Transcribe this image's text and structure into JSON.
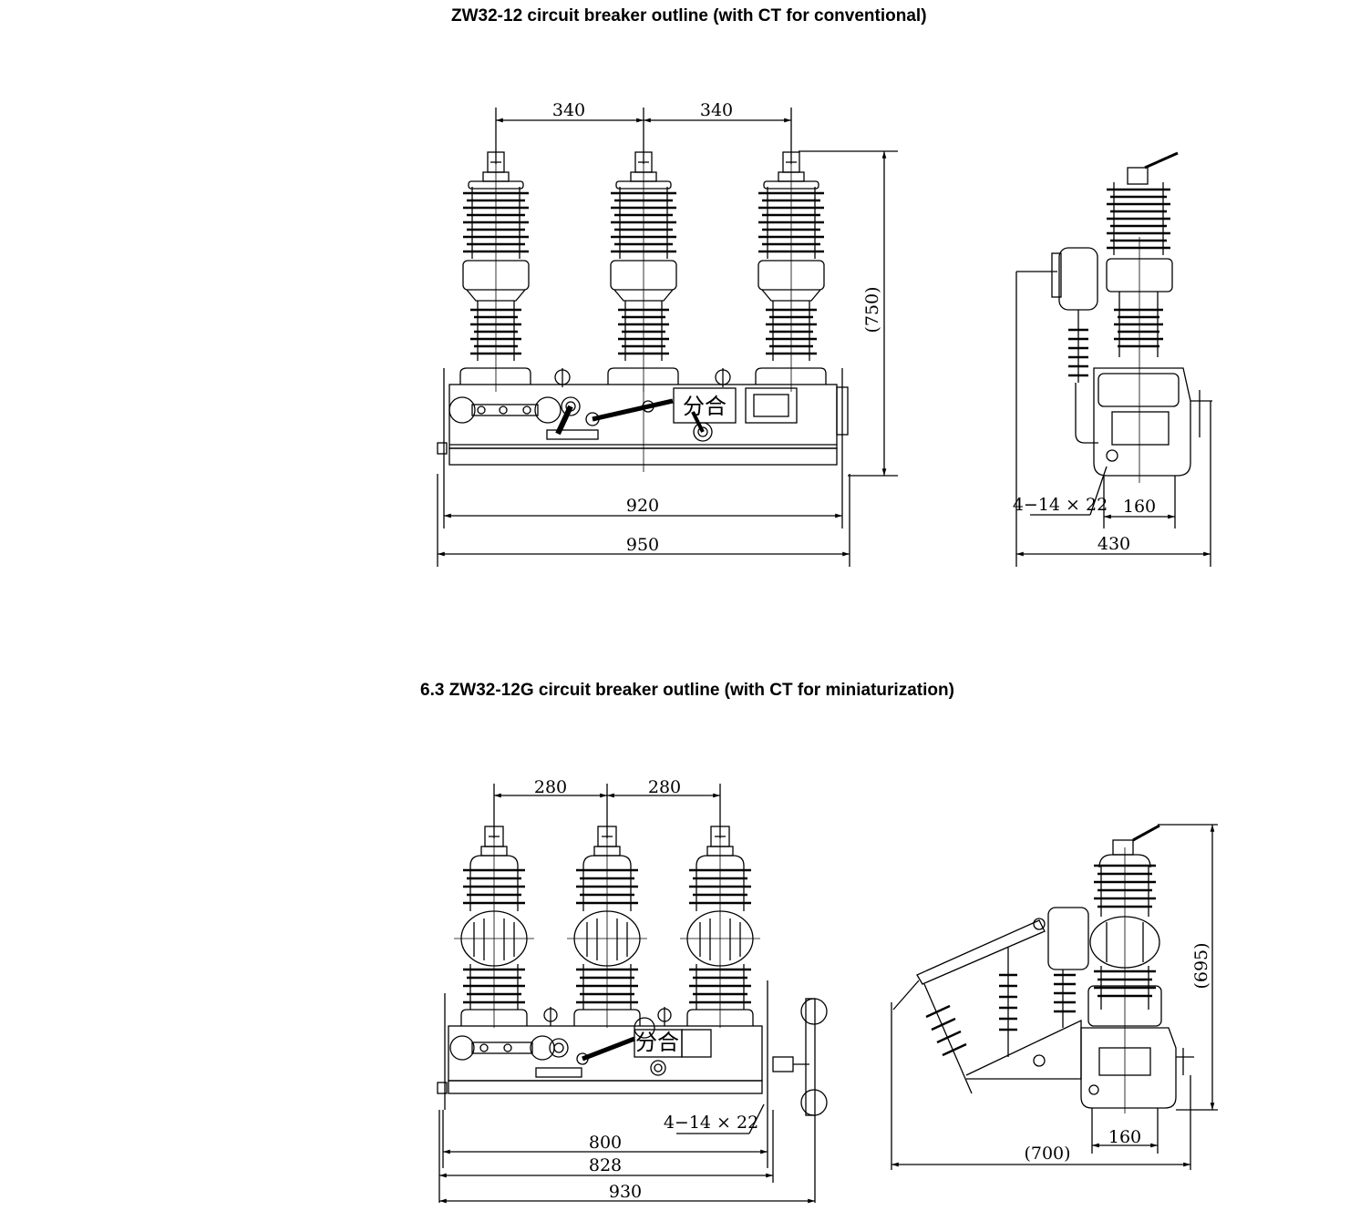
{
  "titles": {
    "conventional": "ZW32-12 circuit breaker outline (with CT for conventional)",
    "miniaturization": "6.3 ZW32-12G circuit breaker outline (with CT for miniaturization)"
  },
  "conventional": {
    "front": {
      "spacing_left": "340",
      "spacing_right": "340",
      "height": "(750)",
      "width_inner": "920",
      "width_outer": "950",
      "panel_label": "分合"
    },
    "side": {
      "holes": "4−14 × 22",
      "foot": "160",
      "depth": "430"
    }
  },
  "miniaturization": {
    "front": {
      "spacing_left": "280",
      "spacing_right": "280",
      "holes": "4−14 × 22",
      "width_800": "800",
      "width_828": "828",
      "width_930": "930",
      "panel_label": "分合"
    },
    "side": {
      "height": "(695)",
      "foot": "160",
      "depth": "(700)"
    }
  }
}
